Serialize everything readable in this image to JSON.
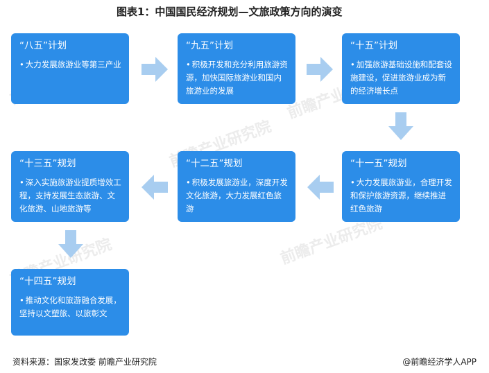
{
  "title": "图表1：中国国民经济规划—文旅政策方向的演变",
  "plans": [
    {
      "name": "“八五”计划",
      "text": "大力发展旅游业等第三产业"
    },
    {
      "name": "“九五”计划",
      "text": "积极开发和充分利用旅游资源，加快国际旅游业和国内旅游业的发展"
    },
    {
      "name": "“十五”计划",
      "text": "加强旅游基础设施和配套设施建设，促进旅游业成为新的经济增长点"
    },
    {
      "name": "“十一五”规划",
      "text": "大力发展旅游业，合理开发和保护旅游资源，继续推进红色旅游"
    },
    {
      "name": "“十二五”规划",
      "text": "积极发展旅游业，深度开发文化旅游，大力发展红色旅游"
    },
    {
      "name": "“十三五”规划",
      "text": "深入实施旅游业提质增效工程，支持发展生态旅游、文化旅游、山地旅游等"
    },
    {
      "name": "“十四五”规划",
      "text": "推动文化和旅游融合发展，坚持以文塑旅、以旅彰文"
    }
  ],
  "bullet": "•",
  "watermark": "前瞻产业研究院",
  "source": "资料来源：国家发改委 前瞻产业研究院",
  "brand": "@前瞻经济学人APP",
  "colors": {
    "box": "#2c8de8",
    "arrow": "#a8cdf0"
  }
}
